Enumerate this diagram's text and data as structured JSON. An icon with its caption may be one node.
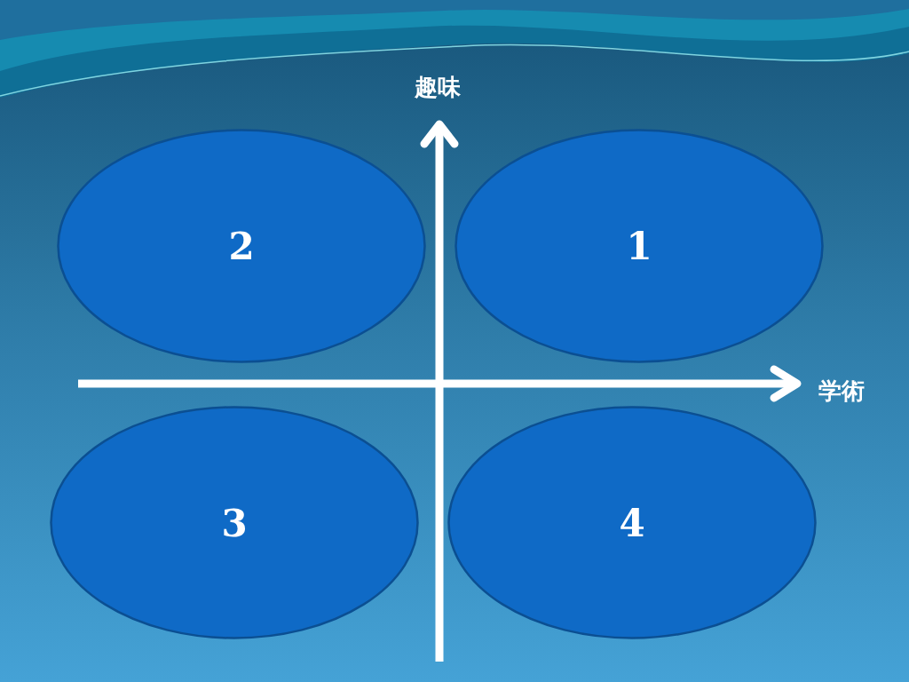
{
  "diagram": {
    "nodes": [
      {
        "text": [
          "2"
        ]
      },
      {
        "text": [
          "1"
        ]
      },
      {
        "text": [
          "3"
        ]
      },
      {
        "text": [
          "4"
        ]
      }
    ],
    "labels": [
      "趣味",
      "学術"
    ]
  }
}
